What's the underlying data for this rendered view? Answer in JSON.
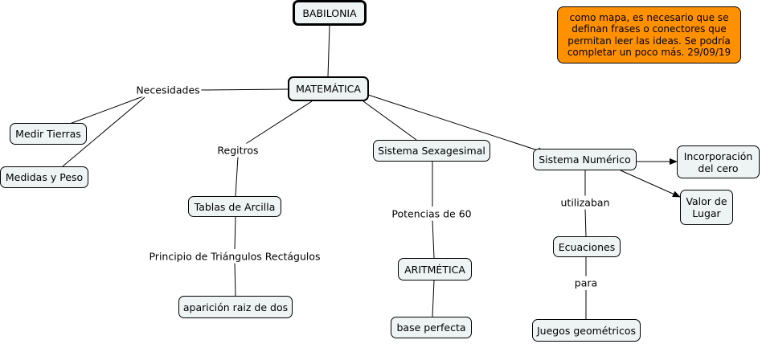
{
  "nodes": {
    "babilonia": "BABILONIA",
    "matematica": "MATEMÁTICA",
    "medir_tierras": "Medir Tierras",
    "medidas_peso": "Medidas y Peso",
    "tablas_arcilla": "Tablas de Arcilla",
    "aparicion_raiz": "aparición raiz de dos",
    "sistema_sexagesimal": "Sistema Sexagesimal",
    "aritmetica": "ARITMÉTICA",
    "base_perfecta": "base perfecta",
    "sistema_numerico": "Sistema Numérico",
    "incorporacion_cero": "Incorporación\n del  cero",
    "valor_lugar": "Valor de\nLugar",
    "ecuaciones": "Ecuaciones",
    "juegos_geometricos": "Juegos geométricos"
  },
  "links": {
    "necesidades": "Necesidades",
    "regitros": "Regitros",
    "principio_triangulos": "Principio de Triángulos Rectágulos",
    "potencias_60": "Potencias de 60",
    "utilizaban": "utilizaban",
    "para": "para"
  },
  "note": "como mapa, es necesario que se\ndefinan frases o conectores que\npermitan leer las ideas.  Se podría\ncompletar un poco más.  29/09/19",
  "colors": {
    "node_fill": "#eef3f4",
    "note_fill": "#ff9100",
    "line": "#000000"
  }
}
